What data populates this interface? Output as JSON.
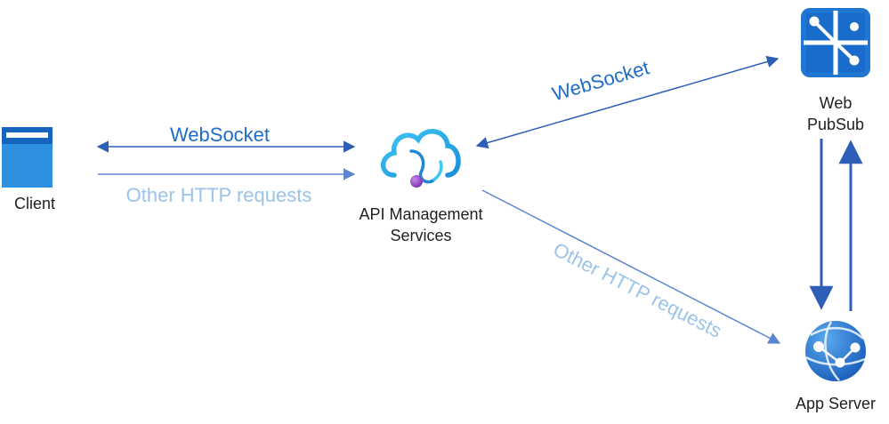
{
  "nodes": {
    "client": {
      "label": "Client"
    },
    "apim": {
      "label_line1": "API Management",
      "label_line2": "Services"
    },
    "pubsub": {
      "label_line1": "Web",
      "label_line2": "PubSub"
    },
    "server": {
      "label": "App Server"
    }
  },
  "edges": {
    "client_ws": "WebSocket",
    "client_http": "Other HTTP requests",
    "apim_ws": "WebSocket",
    "apim_http": "Other HTTP requests"
  },
  "colors": {
    "websocket": "#2e5fb7",
    "websocket_text": "#1f6cc7",
    "http": "#5b86cf",
    "http_text": "#9cc3e8",
    "icon_blue": "#1f76d3",
    "icon_dark": "#1658b0"
  }
}
